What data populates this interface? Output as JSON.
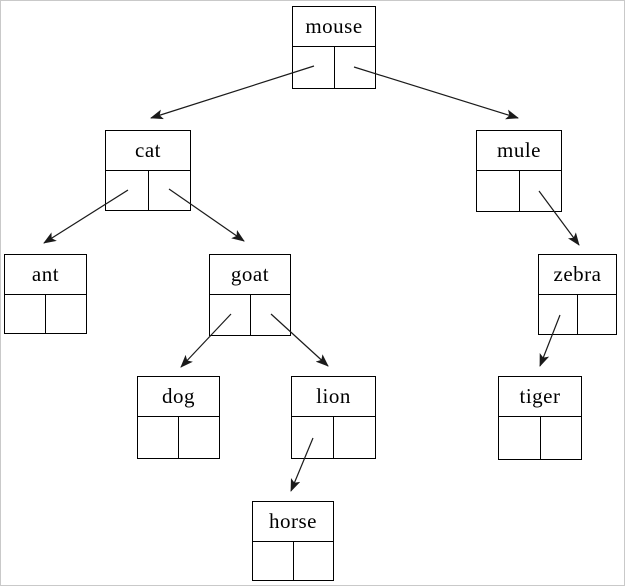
{
  "diagram": {
    "type": "binary-search-tree",
    "description": "Linked binary tree of animal names; each node box has a label and left/right pointer cells",
    "colors": {
      "background": "#ffffff",
      "node_border": "#000000",
      "edge_stroke": "#1a1a1a",
      "page_border": "#c9c9c9"
    },
    "nodes": [
      {
        "id": "mouse",
        "label": "mouse"
      },
      {
        "id": "cat",
        "label": "cat"
      },
      {
        "id": "mule",
        "label": "mule"
      },
      {
        "id": "ant",
        "label": "ant"
      },
      {
        "id": "goat",
        "label": "goat"
      },
      {
        "id": "zebra",
        "label": "zebra"
      },
      {
        "id": "dog",
        "label": "dog"
      },
      {
        "id": "lion",
        "label": "lion"
      },
      {
        "id": "tiger",
        "label": "tiger"
      },
      {
        "id": "horse",
        "label": "horse"
      }
    ],
    "edges": [
      {
        "from": "mouse",
        "via": "left-pointer",
        "to": "cat"
      },
      {
        "from": "mouse",
        "via": "right-pointer",
        "to": "mule"
      },
      {
        "from": "cat",
        "via": "left-pointer",
        "to": "ant"
      },
      {
        "from": "cat",
        "via": "right-pointer",
        "to": "goat"
      },
      {
        "from": "goat",
        "via": "left-pointer",
        "to": "dog"
      },
      {
        "from": "goat",
        "via": "right-pointer",
        "to": "lion"
      },
      {
        "from": "mule",
        "via": "right-pointer",
        "to": "zebra"
      },
      {
        "from": "zebra",
        "via": "left-pointer",
        "to": "tiger"
      },
      {
        "from": "lion",
        "via": "left-pointer",
        "to": "horse"
      }
    ]
  }
}
